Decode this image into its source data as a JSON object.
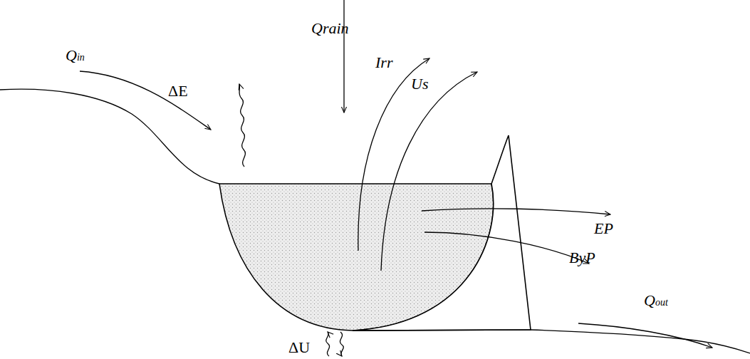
{
  "diagram": {
    "labels": [
      "Qrain",
      "Qin",
      "Irr",
      "Us",
      "ΔE",
      "EP",
      "ByP",
      "Qout",
      "ΔU"
    ]
  }
}
